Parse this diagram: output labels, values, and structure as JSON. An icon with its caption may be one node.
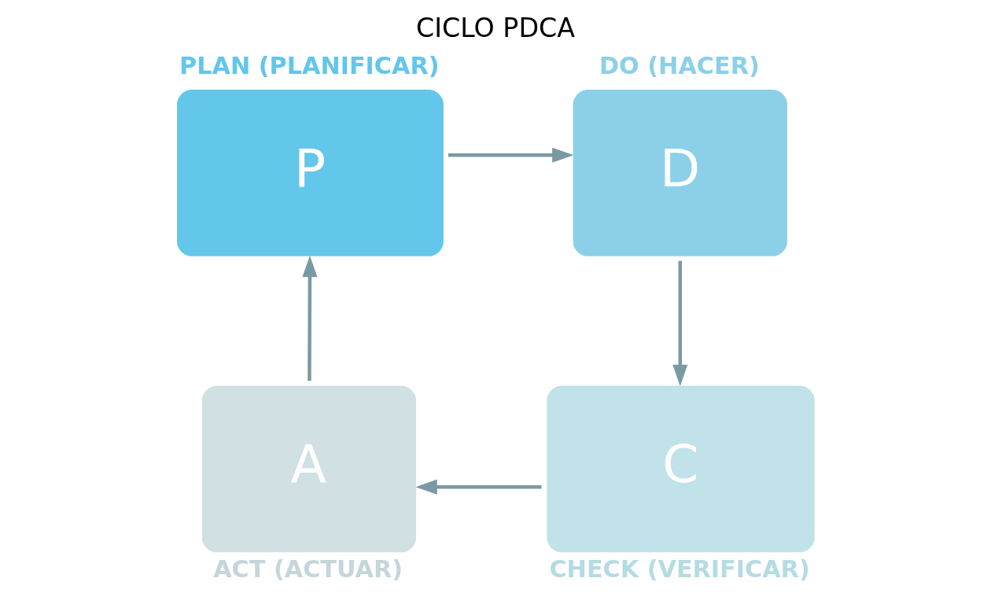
{
  "diagram": {
    "title": "CICLO PDCA",
    "nodes": [
      {
        "text": [
          "P"
        ],
        "beside": [
          "PLAN (PLANIFICAR)"
        ]
      },
      {
        "text": [
          "D"
        ],
        "beside": [
          "DO (HACER)"
        ]
      },
      {
        "text": [
          "C"
        ],
        "beside": [
          "CHECK (VERIFICAR)"
        ]
      },
      {
        "text": [
          "A"
        ],
        "beside": [
          "ACT (ACTUAR)"
        ]
      }
    ],
    "edges": [
      {
        "from": 0,
        "to": 1,
        "arrow": "to"
      },
      {
        "from": 1,
        "to": 2,
        "arrow": "to"
      },
      {
        "from": 2,
        "to": 3,
        "arrow": "to"
      },
      {
        "from": 3,
        "to": 0,
        "arrow": "to"
      }
    ]
  }
}
